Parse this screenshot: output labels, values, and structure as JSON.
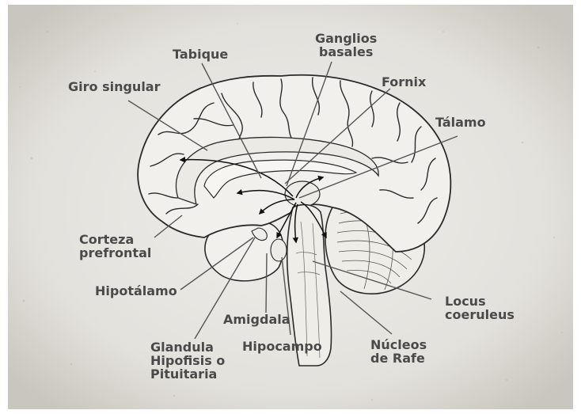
{
  "colors": {
    "background": "#d9d7d2",
    "paper": "#ecebe7",
    "label_text": "#4a4a4a",
    "leader_line": "#555555",
    "brain_fill": "#f1f0ec",
    "brain_stroke": "#2a2a2a"
  },
  "labels": {
    "ganglios_basales": "Ganglios\nbasales",
    "tabique": "Tabique",
    "fornix": "Fornix",
    "giro_singular": "Giro singular",
    "talamo": "Tálamo",
    "corteza_prefrontal": "Corteza\nprefrontal",
    "hipotalamo": "Hipotálamo",
    "locus_coeruleus": "Locus\ncoeruleus",
    "amigdala": "Amigdala",
    "glandula": "Glandula\nHipofisis o\nPituitaria",
    "hipocampo": "Hipocampo",
    "nucleos_rafe": "Núcleos\nde Rafe"
  }
}
